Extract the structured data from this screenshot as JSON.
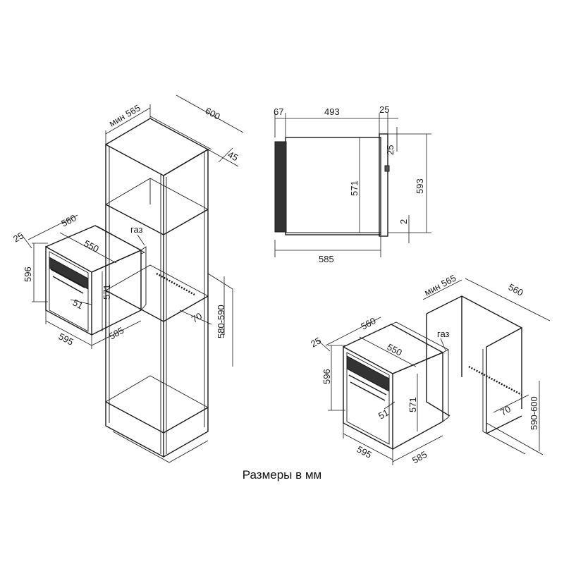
{
  "caption": "Размеры в мм",
  "tall_cabinet": {
    "min_depth": "мин 565",
    "width": "600",
    "gap": "45",
    "niche_height": "580-590",
    "niche_depth": "70"
  },
  "oven_left": {
    "depth": "560",
    "inner_depth": "550",
    "front_thickness": "25",
    "height": "596",
    "inner_height": "571",
    "handle": "51",
    "width": "595",
    "body_width": "585",
    "gas_label": "газ"
  },
  "side_view": {
    "front": "67",
    "body": "493",
    "back": "25",
    "height_right": "593",
    "top_gap": "25",
    "inner_height": "571",
    "bottom_gap": "2",
    "total_depth": "585"
  },
  "undercounter": {
    "min_depth": "мин 565",
    "depth": "560",
    "niche_height": "590-600",
    "niche_depth": "70"
  },
  "oven_right": {
    "depth": "560",
    "inner_depth": "550",
    "front_thickness": "25",
    "height": "596",
    "inner_height": "571",
    "handle": "51",
    "width": "595",
    "body_width": "585",
    "gas_label": "газ"
  }
}
